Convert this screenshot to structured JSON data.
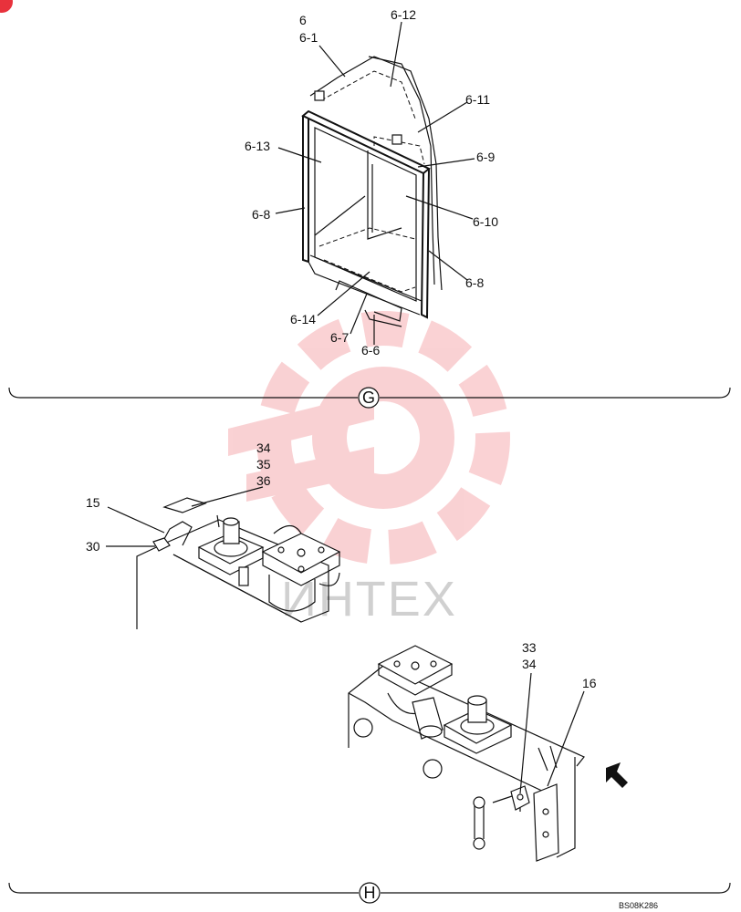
{
  "section_g": {
    "marker": "G",
    "callouts": {
      "c6": "6",
      "c6_1": "6-1",
      "c6_12": "6-12",
      "c6_11": "6-11",
      "c6_13": "6-13",
      "c6_9": "6-9",
      "c6_8_left": "6-8",
      "c6_10": "6-10",
      "c6_8_right": "6-8",
      "c6_14": "6-14",
      "c6_7": "6-7",
      "c6_6": "6-6"
    }
  },
  "section_h": {
    "marker": "H",
    "callouts": {
      "c34_top": "34",
      "c35": "35",
      "c36": "36",
      "c15": "15",
      "c30": "30",
      "c33": "33",
      "c34_bottom": "34",
      "c16": "16"
    }
  },
  "watermark": {
    "text": "ИНТЕХ",
    "color": "#e8323c"
  },
  "drawing_code": "BS08K286"
}
